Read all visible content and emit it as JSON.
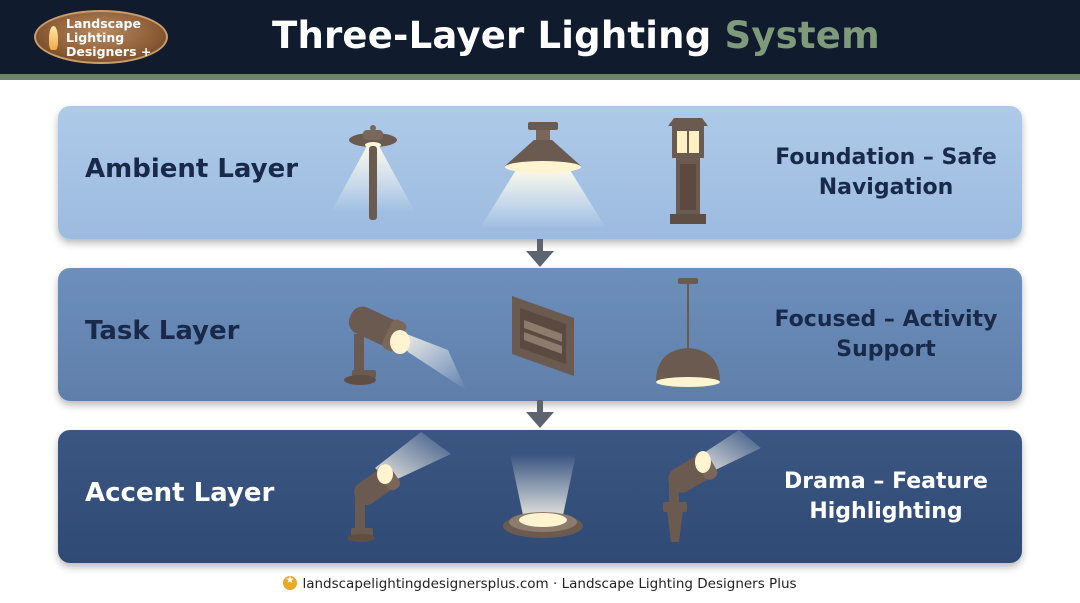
{
  "header": {
    "title_main": "Three-Layer Lighting",
    "title_accent": "System",
    "logo": {
      "line1": "Landscape",
      "line2": "Lighting",
      "line3": "Designers +"
    }
  },
  "layers": [
    {
      "name": "Ambient Layer",
      "desc_line1": "Foundation – Safe",
      "desc_line2": "Navigation",
      "fixtures": [
        "path-light-icon",
        "ceiling-pendant-icon",
        "lantern-post-icon"
      ]
    },
    {
      "name": "Task Layer",
      "desc_line1": "Focused – Activity",
      "desc_line2": "Support",
      "fixtures": [
        "spotlight-icon",
        "step-light-icon",
        "pendant-dome-icon"
      ]
    },
    {
      "name": "Accent Layer",
      "desc_line1": "Drama – Feature",
      "desc_line2": "Highlighting",
      "fixtures": [
        "uplight-icon",
        "well-light-icon",
        "stake-spotlight-icon"
      ]
    }
  ],
  "footer": {
    "url": "landscapelightingdesignersplus.com",
    "separator": " · ",
    "company": "Landscape Lighting Designers Plus"
  },
  "colors": {
    "header_bg": "#101b2d",
    "accent_green": "#7f9a7a",
    "ambient_bg": "#a6c3e5",
    "task_bg": "#6687b3",
    "accent_bg": "#35507b",
    "fixture_bronze": "#6b5a4f",
    "glow": "#fff2c8"
  }
}
